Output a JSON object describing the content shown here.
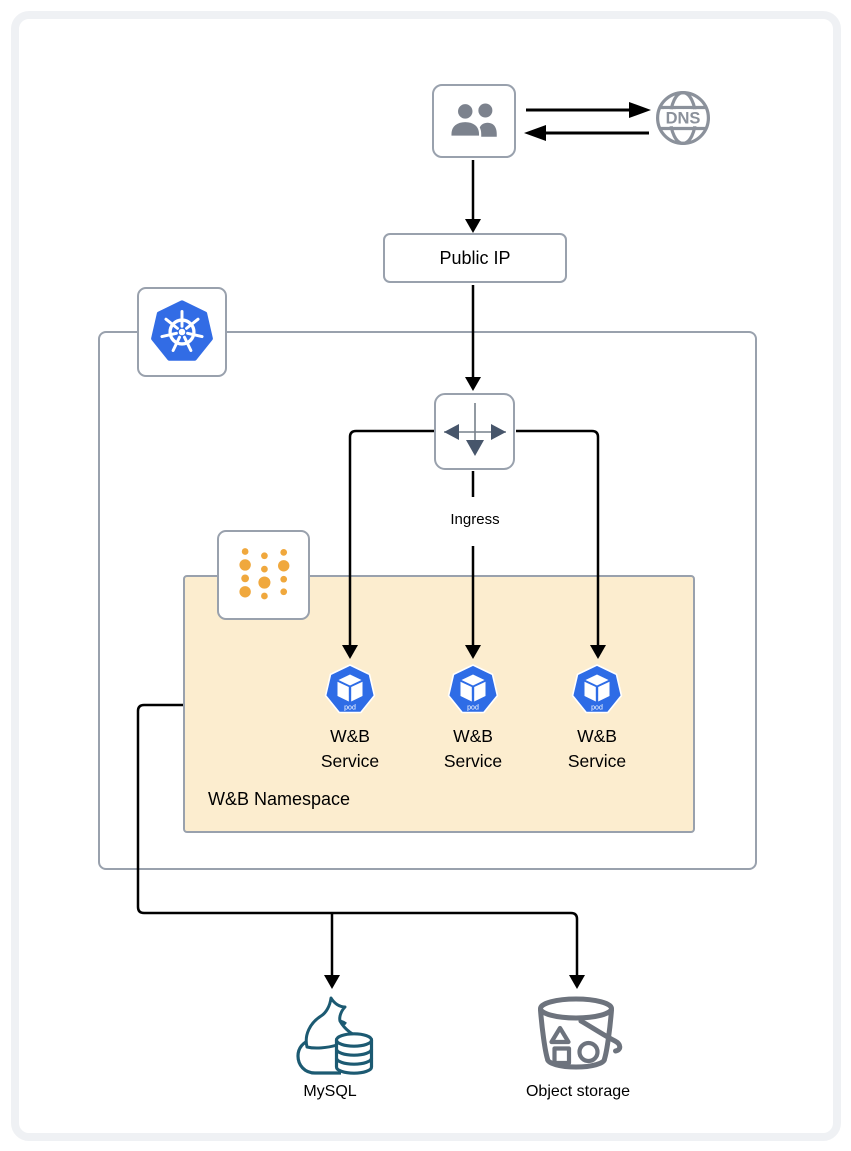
{
  "nodes": {
    "users": {
      "icon": "users-icon"
    },
    "dns": {
      "label": "DNS"
    },
    "public_ip": {
      "label": "Public IP"
    },
    "kubernetes": {
      "icon": "kubernetes-logo"
    },
    "ingress": {
      "label": "Ingress"
    },
    "namespace_icon": {
      "icon": "k8s-namespace-dots-icon"
    },
    "namespace": {
      "label": "W&B Namespace"
    },
    "pods": [
      {
        "badge": "pod",
        "line1": "W&B",
        "line2": "Service"
      },
      {
        "badge": "pod",
        "line1": "W&B",
        "line2": "Service"
      },
      {
        "badge": "pod",
        "line1": "W&B",
        "line2": "Service"
      }
    ],
    "mysql": {
      "label": "MySQL"
    },
    "object_storage": {
      "label": "Object storage"
    }
  },
  "colors": {
    "kubernetes_blue": "#326CE5",
    "pod_blue": "#2E6CE6",
    "namespace_fill": "#FCEDCF",
    "namespace_dots_orange": "#F0A83D",
    "box_border_gray": "#99A1AD",
    "icon_gray": "#8B919B",
    "ingress_arrow_slate": "#47566B",
    "mysql_teal": "#1C5A72",
    "connector_black": "#000000"
  }
}
